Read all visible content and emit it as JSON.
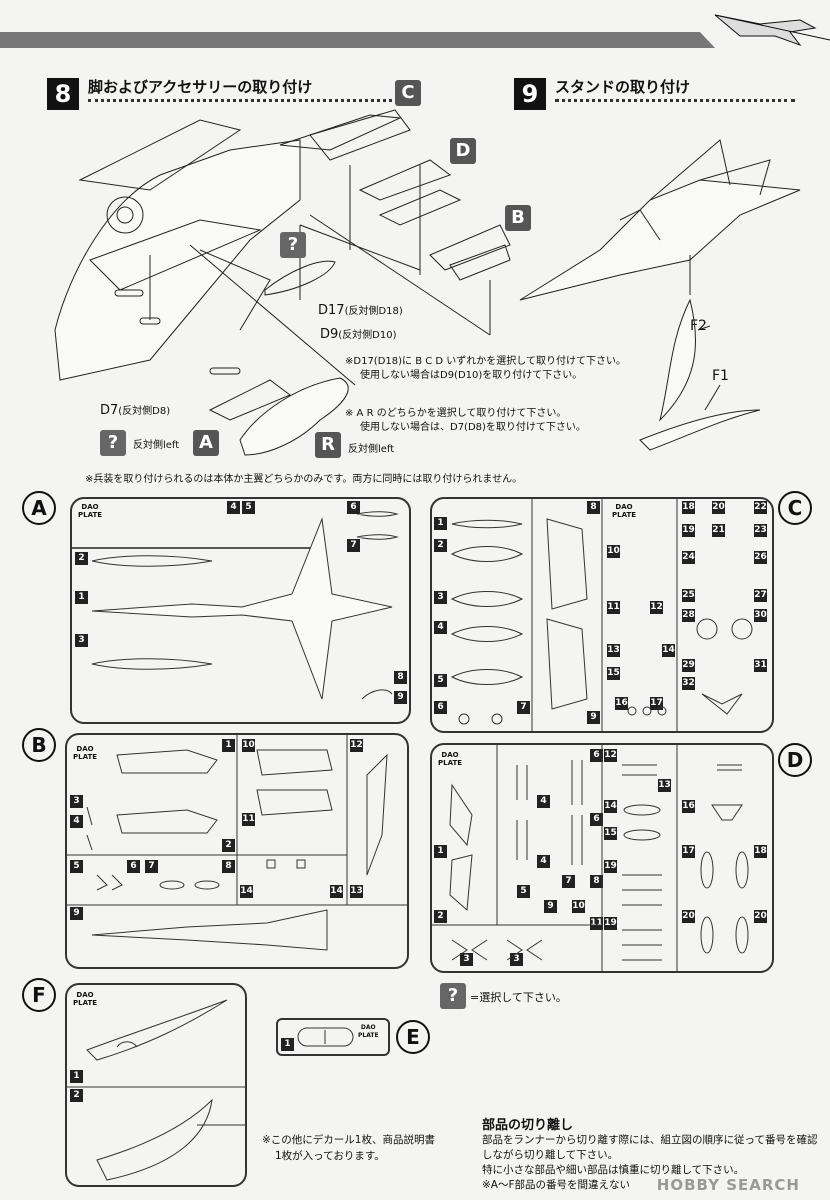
{
  "step8": {
    "number": "8",
    "title": "脚およびアクセサリーの取り付け",
    "option_letters": [
      "C",
      "D",
      "B"
    ],
    "q_mark": "?",
    "labels": {
      "d17": "D17",
      "d17_rev": "(反対側D18)",
      "d9": "D9",
      "d9_rev": "(反対側D10)",
      "d7": "D7",
      "d7_rev": "(反対側D8)",
      "a_side": "反対側left",
      "a_letter": "A",
      "r_letter": "R",
      "r_side": "反対側left"
    },
    "notes": {
      "n1": "※D17(D18)に B C D いずれかを選択して取り付けて下さい。",
      "n2": "使用しない場合はD9(D10)を取り付けて下さい。",
      "n3": "※ A R のどちらかを選択して取り付けて下さい。",
      "n4": "使用しない場合は、D7(D8)を取り付けて下さい。"
    }
  },
  "step9": {
    "number": "9",
    "title": "スタンドの取り付け",
    "f2": "F2",
    "f1": "F1"
  },
  "weapons_note": "※兵装を取り付けられるのは本体か主翼どちらかのみです。両方に同時には取り付けられません。",
  "runners": {
    "A": {
      "letter": "A",
      "plate": "DAO\nPLATE",
      "parts": [
        "1",
        "2",
        "3",
        "4",
        "5",
        "6",
        "7",
        "8",
        "9"
      ]
    },
    "B": {
      "letter": "B",
      "plate": "DAO\nPLATE",
      "parts": [
        "1",
        "2",
        "3",
        "4",
        "5",
        "6",
        "7",
        "8",
        "9",
        "10",
        "11",
        "12",
        "13",
        "14"
      ]
    },
    "C": {
      "letter": "C",
      "plate": "DAO\nPLATE",
      "parts": [
        "1",
        "2",
        "3",
        "4",
        "5",
        "6",
        "7",
        "8",
        "9",
        "10",
        "11",
        "12",
        "13",
        "14",
        "15",
        "16",
        "17",
        "18",
        "19",
        "20",
        "21",
        "22",
        "23",
        "24",
        "25",
        "26",
        "27",
        "28",
        "29",
        "30",
        "31",
        "32"
      ]
    },
    "D": {
      "letter": "D",
      "plate": "DAO\nPLATE",
      "parts": [
        "1",
        "2",
        "3",
        "4",
        "5",
        "6",
        "7",
        "8",
        "9",
        "10",
        "11",
        "12",
        "13",
        "14",
        "15",
        "16",
        "17",
        "18",
        "19",
        "20"
      ]
    },
    "E": {
      "letter": "E",
      "plate": "DAO\nPLATE",
      "parts": [
        "1"
      ]
    },
    "F": {
      "letter": "F",
      "plate": "DAO\nPLATE",
      "parts": [
        "1",
        "2"
      ]
    }
  },
  "select_note": "=選択して下さい。",
  "contents_note": [
    "※この他にデカール1枚、商品説明書",
    "1枚が入っております。"
  ],
  "parts_removal": {
    "title": "部品の切り離し",
    "lines": [
      "部品をランナーから切り離す際には、組立図の順序に従って番号を確認",
      "しながら切り離して下さい。",
      "特に小さな部品や細い部品は慎重に切り離して下さい。",
      "※A〜F部品の番号を間違えない"
    ]
  },
  "watermark": "HOBBY SEARCH"
}
